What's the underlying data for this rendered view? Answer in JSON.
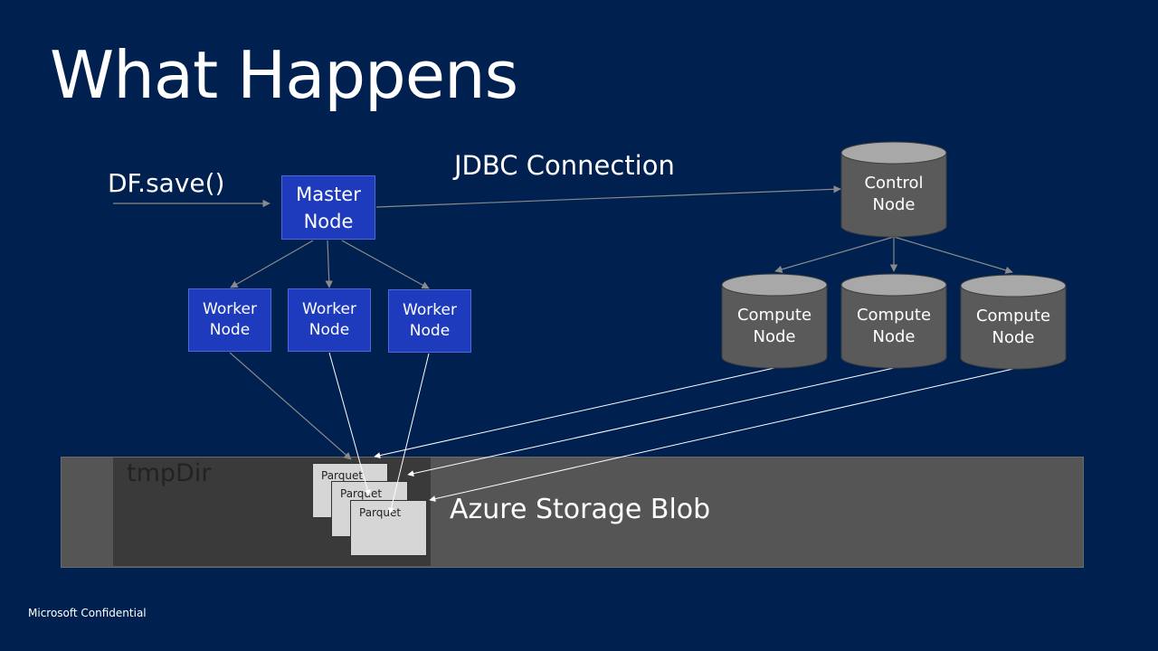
{
  "slide": {
    "title": "What Happens",
    "df_save": "DF.save()",
    "jdbc": "JDBC Connection",
    "footer": "Microsoft  Confidential"
  },
  "master_node": "Master\nNode",
  "worker_nodes": [
    "Worker\nNode",
    "Worker\nNode",
    "Worker\nNode"
  ],
  "control_node": "Control\nNode",
  "compute_nodes": [
    "Compute\nNode",
    "Compute\nNode",
    "Compute\nNode"
  ],
  "storage": {
    "tmpdir": "tmpDir",
    "blob": "Azure Storage Blob",
    "parquet_files": [
      "Parquet",
      "Parquet",
      "Parquet"
    ]
  },
  "colors": {
    "background": "#002050",
    "hadoop_node": "#1e3bbd",
    "db_node": "#5a5a5a"
  }
}
